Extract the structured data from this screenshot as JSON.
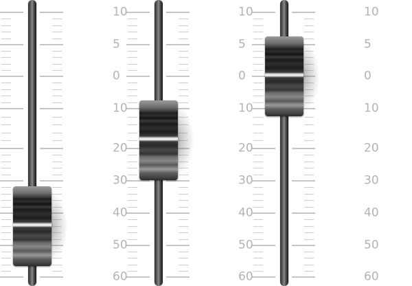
{
  "scale": {
    "labels": [
      "10",
      "5",
      "0",
      "10",
      "20",
      "30",
      "40",
      "50",
      "60"
    ],
    "db_values": [
      10,
      5,
      0,
      -10,
      -20,
      -30,
      -40,
      -50,
      -60
    ]
  },
  "faders": [
    {
      "name": "fader-1",
      "position_db": -44,
      "scale_labels_visible": false
    },
    {
      "name": "fader-2",
      "position_db": -18,
      "scale_labels_visible": true
    },
    {
      "name": "fader-3",
      "position_db": 0,
      "scale_labels_visible": true
    }
  ],
  "right_scale_visible": true,
  "colors": {
    "scale_text": "#b3b3b3",
    "tick": "#c4c4c4",
    "track_dark": "#2a2a2a",
    "knob_highlight": "#f4f4f4"
  },
  "icons": {
    "fader_knob": "fader-knob-icon",
    "fader_track": "fader-track-icon"
  }
}
